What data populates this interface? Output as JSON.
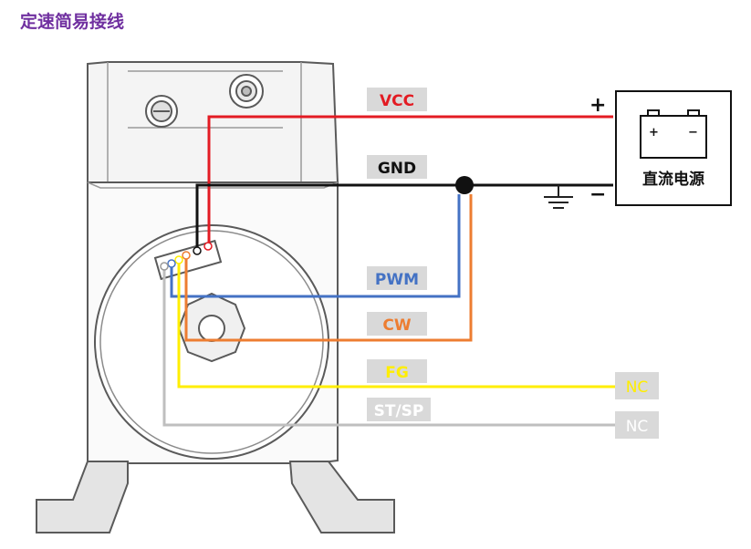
{
  "title": "定速简易接线",
  "power_supply": {
    "label": "直流电源",
    "plus": "+",
    "minus": "−",
    "battery_plus": "+",
    "battery_minus": "−"
  },
  "wires": {
    "vcc": "VCC",
    "gnd": "GND",
    "pwm": "PWM",
    "cw": "CW",
    "fg": "FG",
    "stsp": "ST/SP",
    "nc_fg": "NC",
    "nc_stsp": "NC"
  },
  "colors": {
    "title": "#7030a0",
    "vcc": "#e31b23",
    "gnd": "#111111",
    "pwm": "#4472c4",
    "cw": "#ed7d31",
    "fg": "#ffee00",
    "stsp": "#bfbfbf",
    "label_bg": "#d9d9d9"
  }
}
